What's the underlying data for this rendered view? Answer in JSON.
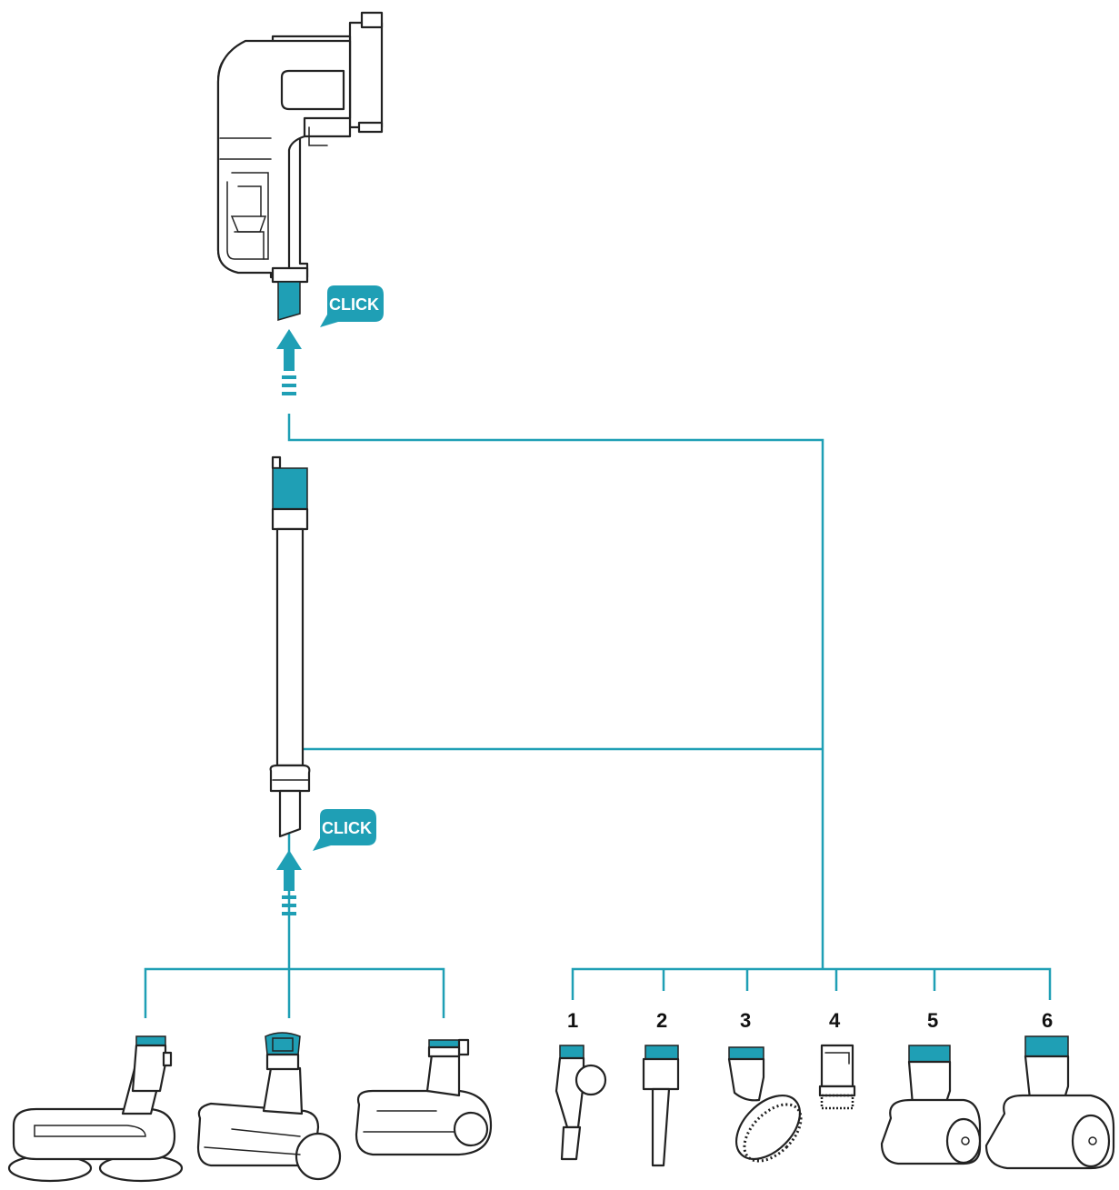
{
  "colors": {
    "accent": "#1f9fb5",
    "outline": "#222222"
  },
  "badges": {
    "click_top": "CLICK",
    "click_bottom": "CLICK"
  },
  "accessory_numbers": [
    "1",
    "2",
    "3",
    "4",
    "5",
    "6"
  ]
}
